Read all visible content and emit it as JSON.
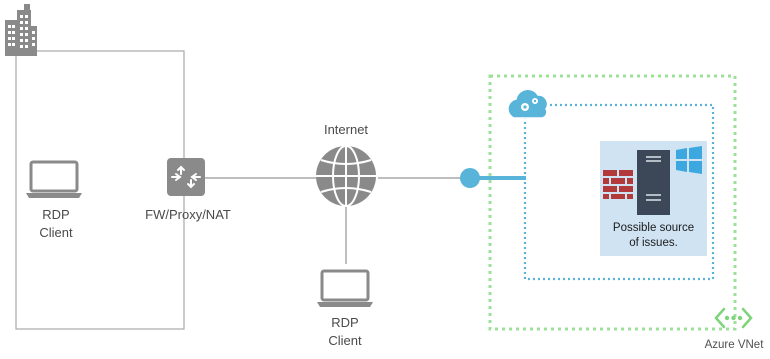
{
  "labels": {
    "onprem_client": [
      "RDP",
      "Client"
    ],
    "firewall": "FW/Proxy/NAT",
    "internet": "Internet",
    "remote_client": [
      "RDP",
      "Client"
    ],
    "issue_note": [
      "Possible source",
      "of issues."
    ],
    "vnet": "Azure VNet"
  },
  "icons": {
    "building": "building-icon",
    "laptop": "laptop-icon",
    "router": "router-icon",
    "globe": "globe-icon",
    "cloud": "cloud-service-icon",
    "firewall": "firewall-icon",
    "server": "server-icon",
    "windows": "windows-icon",
    "vnet": "vnet-icon"
  },
  "colors": {
    "boundary": "#a8a8a8",
    "icon_gray": "#8a8a8a",
    "vnet_green": "#9de09a",
    "subnet_blue": "#59b4d9",
    "connector_blue": "#59b4d9",
    "highlight_panel": "#cfe3f3",
    "firewall_red": "#b33a3a",
    "server_dark": "#3c4857",
    "windows_blue": "#3da8e0"
  }
}
